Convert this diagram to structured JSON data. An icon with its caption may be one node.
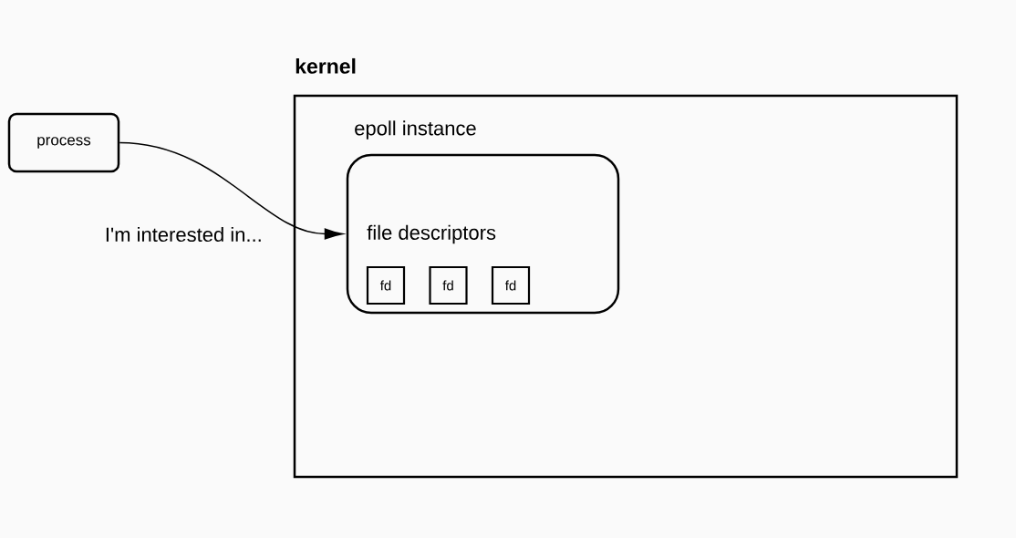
{
  "diagram": {
    "nodes": [
      {
        "text": [
          "process"
        ]
      },
      {
        "text": [
          "kernel"
        ]
      },
      {
        "text": [
          "epoll instance",
          "file descriptors"
        ],
        "in": 1
      },
      {
        "text": [
          "fd"
        ],
        "in": 2
      },
      {
        "text": [
          "fd"
        ],
        "in": 2
      },
      {
        "text": [
          "fd"
        ],
        "in": 2
      }
    ],
    "edges": [
      {
        "from": 0,
        "to": 2,
        "arrow": "to",
        "label": "I'm interested in..."
      }
    ]
  }
}
